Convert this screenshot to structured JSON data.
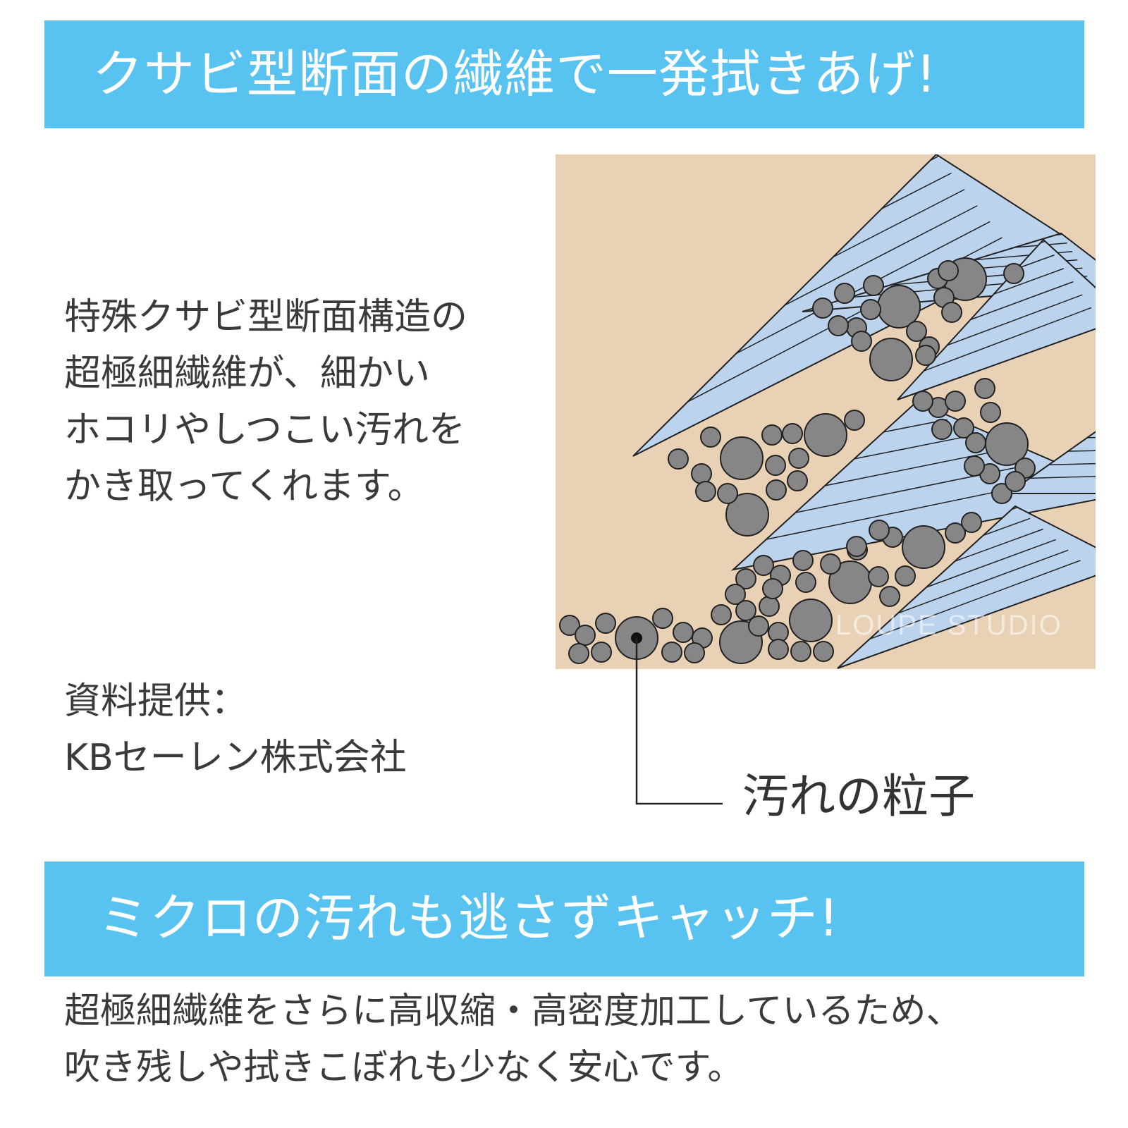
{
  "header": {
    "title": "クサビ型断面の繊維で一発拭きあげ!"
  },
  "description": {
    "lines": [
      "特殊クサビ型断面構造の",
      "超極細繊維が、細かい",
      "ホコリやしつこい汚れを",
      "かき取ってくれます。"
    ]
  },
  "credit": {
    "lines": [
      "資料提供：",
      "KBセーレン株式会社"
    ]
  },
  "diagram": {
    "particle_label": "汚れの粒子",
    "watermark": "LOUPE STUDIO",
    "colors": {
      "background": "#e8d1b5",
      "fiber": "#bcd3ee",
      "particle": "#868686",
      "outline": "#222222"
    }
  },
  "footer": {
    "title": "ミクロの汚れも逃さずキャッチ!",
    "lines": [
      "超極細繊維をさらに高収縮・高密度加工しているため、",
      "吹き残しや拭きこぼれも少なく安心です。"
    ]
  },
  "colors": {
    "banner": "#58c3f0",
    "banner_text": "#ffffff",
    "body_text": "#3a3a3a"
  }
}
